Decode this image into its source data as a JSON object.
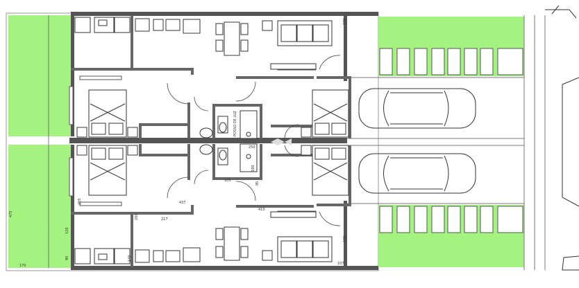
{
  "colors": {
    "wall": "#555555",
    "wall_light": "#888888",
    "grass": "#a4f27f",
    "paper": "#ffffff",
    "fixture": "#333333"
  },
  "plan": {
    "room_label": "POSSO DE LUZ",
    "dimensions": {
      "d1": "437",
      "d2": "217",
      "d3": "200",
      "d4": "205",
      "d5": "120",
      "d6": "170",
      "d7": "410",
      "d8": "107",
      "d9": "250",
      "d10": "180",
      "d11": "105",
      "d12": "95",
      "d13": "475",
      "d14": "120",
      "d15": "170",
      "d16": "140",
      "d17": "90"
    }
  }
}
